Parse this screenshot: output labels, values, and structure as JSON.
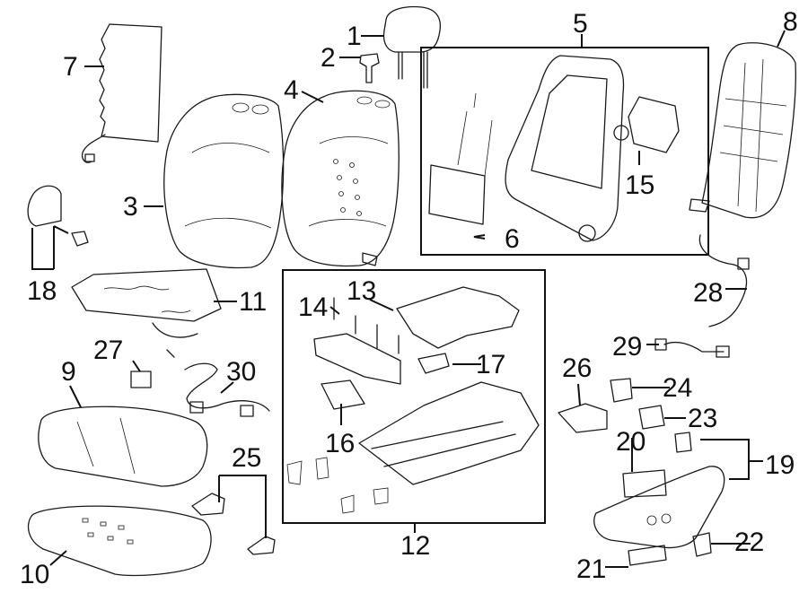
{
  "diagram": {
    "callouts": [
      {
        "id": "c1",
        "text": "1"
      },
      {
        "id": "c2",
        "text": "2"
      },
      {
        "id": "c3",
        "text": "3"
      },
      {
        "id": "c4",
        "text": "4"
      },
      {
        "id": "c5",
        "text": "5"
      },
      {
        "id": "c6",
        "text": "6"
      },
      {
        "id": "c7",
        "text": "7"
      },
      {
        "id": "c8",
        "text": "8"
      },
      {
        "id": "c9",
        "text": "9"
      },
      {
        "id": "c10",
        "text": "10"
      },
      {
        "id": "c11",
        "text": "11"
      },
      {
        "id": "c12",
        "text": "12"
      },
      {
        "id": "c13",
        "text": "13"
      },
      {
        "id": "c14",
        "text": "14"
      },
      {
        "id": "c15",
        "text": "15"
      },
      {
        "id": "c16",
        "text": "16"
      },
      {
        "id": "c17",
        "text": "17"
      },
      {
        "id": "c18",
        "text": "18"
      },
      {
        "id": "c19",
        "text": "19"
      },
      {
        "id": "c20",
        "text": "20"
      },
      {
        "id": "c21",
        "text": "21"
      },
      {
        "id": "c22",
        "text": "22"
      },
      {
        "id": "c23",
        "text": "23"
      },
      {
        "id": "c24",
        "text": "24"
      },
      {
        "id": "c25",
        "text": "25"
      },
      {
        "id": "c26",
        "text": "26"
      },
      {
        "id": "c27",
        "text": "27"
      },
      {
        "id": "c28",
        "text": "28"
      },
      {
        "id": "c29",
        "text": "29"
      },
      {
        "id": "c30",
        "text": "30"
      }
    ],
    "colors": {
      "line": "#1a1a1a",
      "background": "#ffffff"
    }
  }
}
